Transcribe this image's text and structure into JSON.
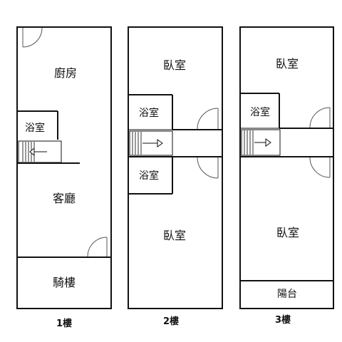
{
  "floors": [
    {
      "label": "1樓",
      "rooms": {
        "kitchen": "廚房",
        "bath": "浴室",
        "living": "客廳",
        "arcade": "騎樓"
      }
    },
    {
      "label": "2樓",
      "rooms": {
        "bedroom_top": "臥室",
        "bath_top": "浴室",
        "bath_bottom": "浴室",
        "bedroom_bottom": "臥室"
      }
    },
    {
      "label": "3樓",
      "rooms": {
        "bedroom_top": "臥室",
        "bath": "浴室",
        "bedroom_bottom": "臥室",
        "balcony": "陽台"
      }
    }
  ]
}
